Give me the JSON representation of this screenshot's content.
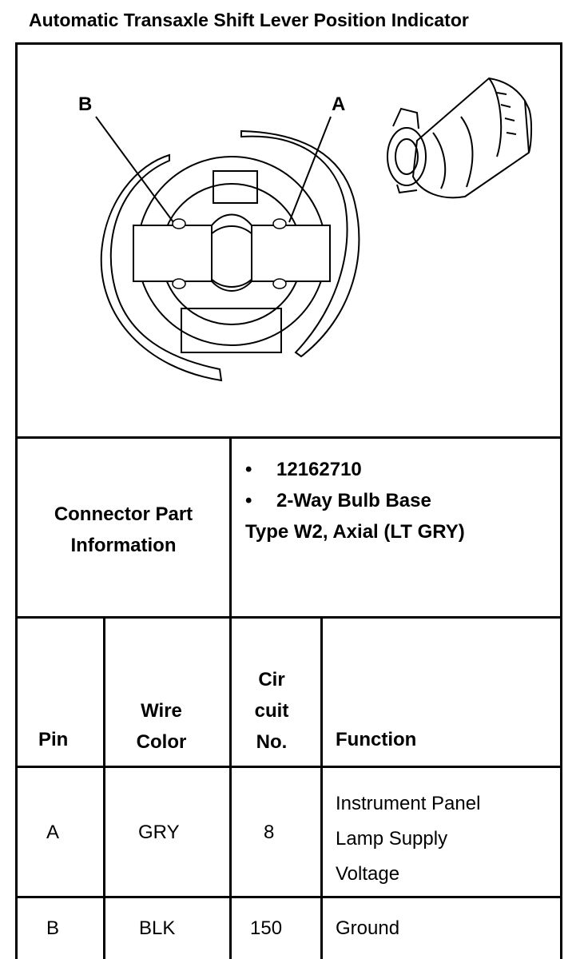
{
  "page": {
    "title": "Automatic Transaxle Shift Lever Position Indicator"
  },
  "diagram": {
    "label_a": "A",
    "label_b": "B"
  },
  "connector_info": {
    "heading": "Connector Part Information",
    "bullet_1": "12162710",
    "bullet_2": "2-Way Bulb Base",
    "detail": "Type W2, Axial (LT GRY)"
  },
  "table": {
    "headers": {
      "pin": "Pin",
      "wire_color_1": "Wire",
      "wire_color_2": "Color",
      "circuit_1": "Cir",
      "circuit_2": "cuit",
      "circuit_3": "No.",
      "function": "Function"
    },
    "rows": [
      {
        "pin": "A",
        "wire_color": "GRY",
        "circuit": "8",
        "function_1": "Instrument Panel",
        "function_2": "Lamp Supply",
        "function_3": "Voltage"
      },
      {
        "pin": "B",
        "wire_color": "BLK",
        "circuit": "150",
        "function_1": "Ground"
      }
    ]
  }
}
